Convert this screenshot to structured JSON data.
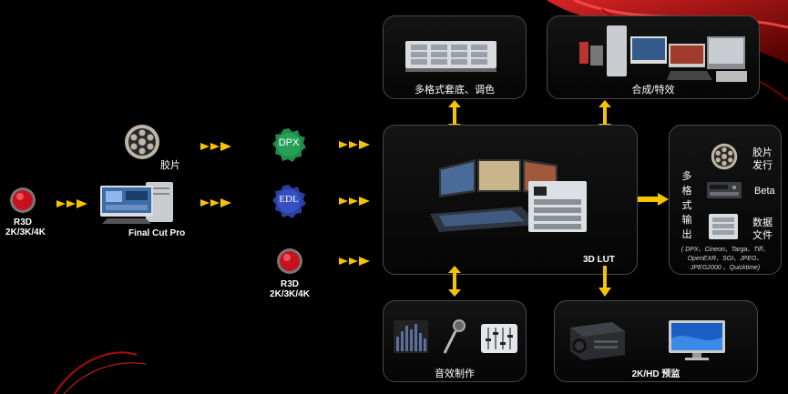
{
  "source": {
    "title": "R3D",
    "resolution": "2K/3K/4K"
  },
  "film": {
    "label": "胶片"
  },
  "final_cut": {
    "label": "Final Cut Pro"
  },
  "formats": {
    "dpx": "DPX",
    "edl": "EDL",
    "r3d_title": "R3D",
    "r3d_resolution": "2K/3K/4K"
  },
  "top_left": {
    "label": "多格式套底、调色"
  },
  "top_right": {
    "label": "合成/特效"
  },
  "center": {
    "label": "3D LUT"
  },
  "bottom_left": {
    "label": "音效制作"
  },
  "bottom_right": {
    "label": "2K/HD 预监"
  },
  "output": {
    "title_chars": [
      "多",
      "格",
      "式",
      "输",
      "出"
    ],
    "items": [
      {
        "line1": "胶片",
        "line2": "发行"
      },
      {
        "line1": "Beta",
        "line2": ""
      },
      {
        "line1": "数据",
        "line2": "文件"
      }
    ],
    "note_lines": [
      "( DPX、Cineon、Targa、Tiff、",
      "OpenEXR、SGI、JPEG、",
      "JPEG2000 、Quicktime)"
    ]
  },
  "colors": {
    "arrow": "#f5c400",
    "accent_red": "#c8101e",
    "dpx_green": "#1f8a4a",
    "edl_blue": "#2a3f9e"
  }
}
